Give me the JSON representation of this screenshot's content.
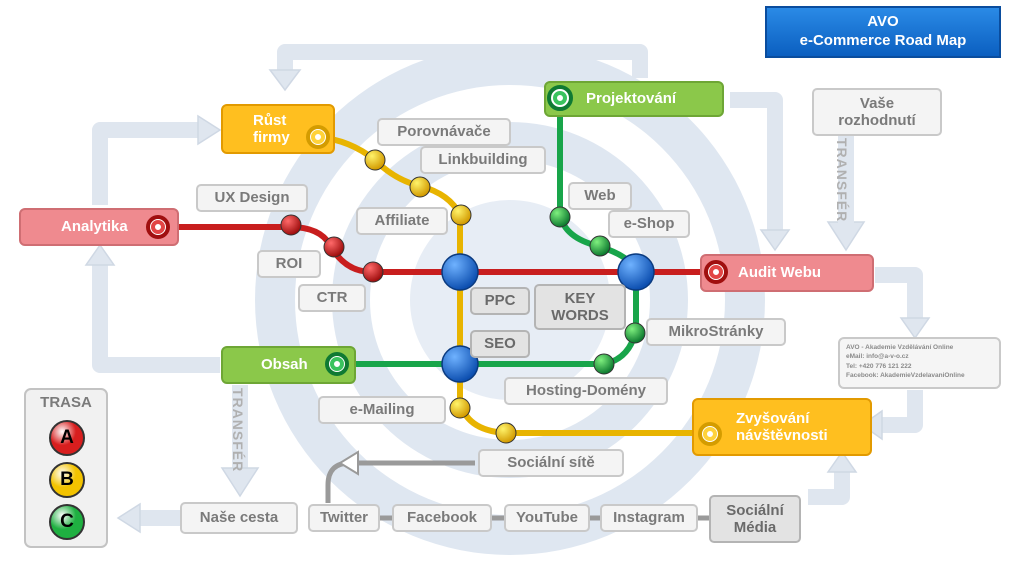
{
  "title": {
    "line1": "AVO",
    "line2": "e-Commerce Road Map"
  },
  "hubs": {
    "rust": {
      "line1": "Růst",
      "line2": "firmy"
    },
    "projektovani": "Projektování",
    "analytika": "Analytika",
    "audit": "Audit Webu",
    "obsah": "Obsah",
    "zvysovani": {
      "line1": "Zvyšování",
      "line2": "návštěvnosti"
    }
  },
  "labels": {
    "vase": {
      "line1": "Vaše",
      "line2": "rozhodnutí"
    },
    "porovnavace": "Porovnávače",
    "linkbuilding": "Linkbuilding",
    "ux": "UX Design",
    "affiliate": "Affiliate",
    "web": "Web",
    "eshop": "e-Shop",
    "roi": "ROI",
    "ctr": "CTR",
    "ppc": "PPC",
    "keywords": {
      "line1": "KEY",
      "line2": "WORDS"
    },
    "seo": "SEO",
    "mikro": "MikroStránky",
    "hosting": "Hosting-Domény",
    "emailing": "e-Mailing",
    "socialni_site": "Sociální sítě",
    "nase_cesta": "Naše cesta",
    "twitter": "Twitter",
    "facebook": "Facebook",
    "youtube": "YouTube",
    "instagram": "Instagram",
    "socialni_media": {
      "line1": "Sociální",
      "line2": "Média"
    },
    "transfer": "TRANSFÉR"
  },
  "contact": {
    "line1": "AVO - Akademie Vzdělávání Online",
    "line2": "eMail: info@a-v-o.cz",
    "line3": "Tel: +420 776 121 222",
    "line4": "Facebook: AkademieVzdelavaniOnline"
  },
  "legend": {
    "title": "TRASA",
    "routes": [
      {
        "letter": "A",
        "color": "#d81e1e"
      },
      {
        "letter": "B",
        "color": "#f3c300"
      },
      {
        "letter": "C",
        "color": "#1fb041"
      }
    ]
  },
  "colors": {
    "line_a": "#c81e1e",
    "line_b": "#e8b400",
    "line_c": "#18a54a",
    "interchange": "#1f6fd1"
  }
}
